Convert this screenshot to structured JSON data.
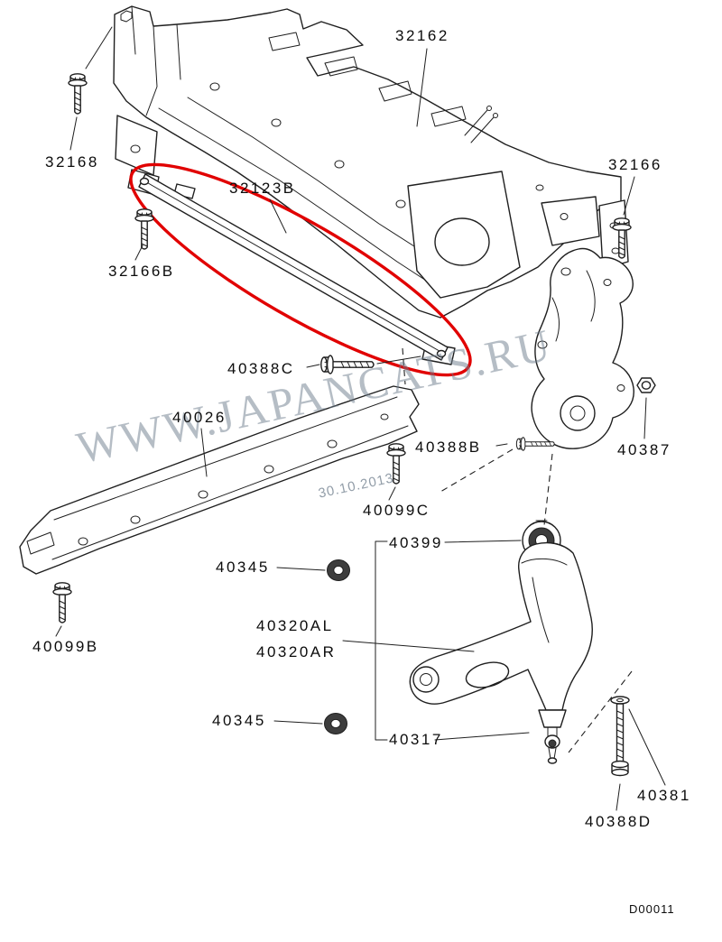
{
  "colors": {
    "line": "#1f1f1f",
    "highlight": "#e10000",
    "watermark": "#6e7d8c"
  },
  "diagram": {
    "code": "D00011",
    "watermark": "WWW.JAPANCATS.RU",
    "date": "30.10.2013"
  },
  "labels": {
    "p32162": "32162",
    "p32168": "32168",
    "p32166": "32166",
    "p32166b": "32166B",
    "p32123b": "32123B",
    "p40388c": "40388C",
    "p40026": "40026",
    "p40388b": "40388B",
    "p40387": "40387",
    "p40099c": "40099C",
    "p40399": "40399",
    "p40345_upper": "40345",
    "p40320al": "40320AL",
    "p40320ar": "40320AR",
    "p40099b": "40099B",
    "p40345_lower": "40345",
    "p40317": "40317",
    "p40381": "40381",
    "p40388d": "40388D"
  }
}
